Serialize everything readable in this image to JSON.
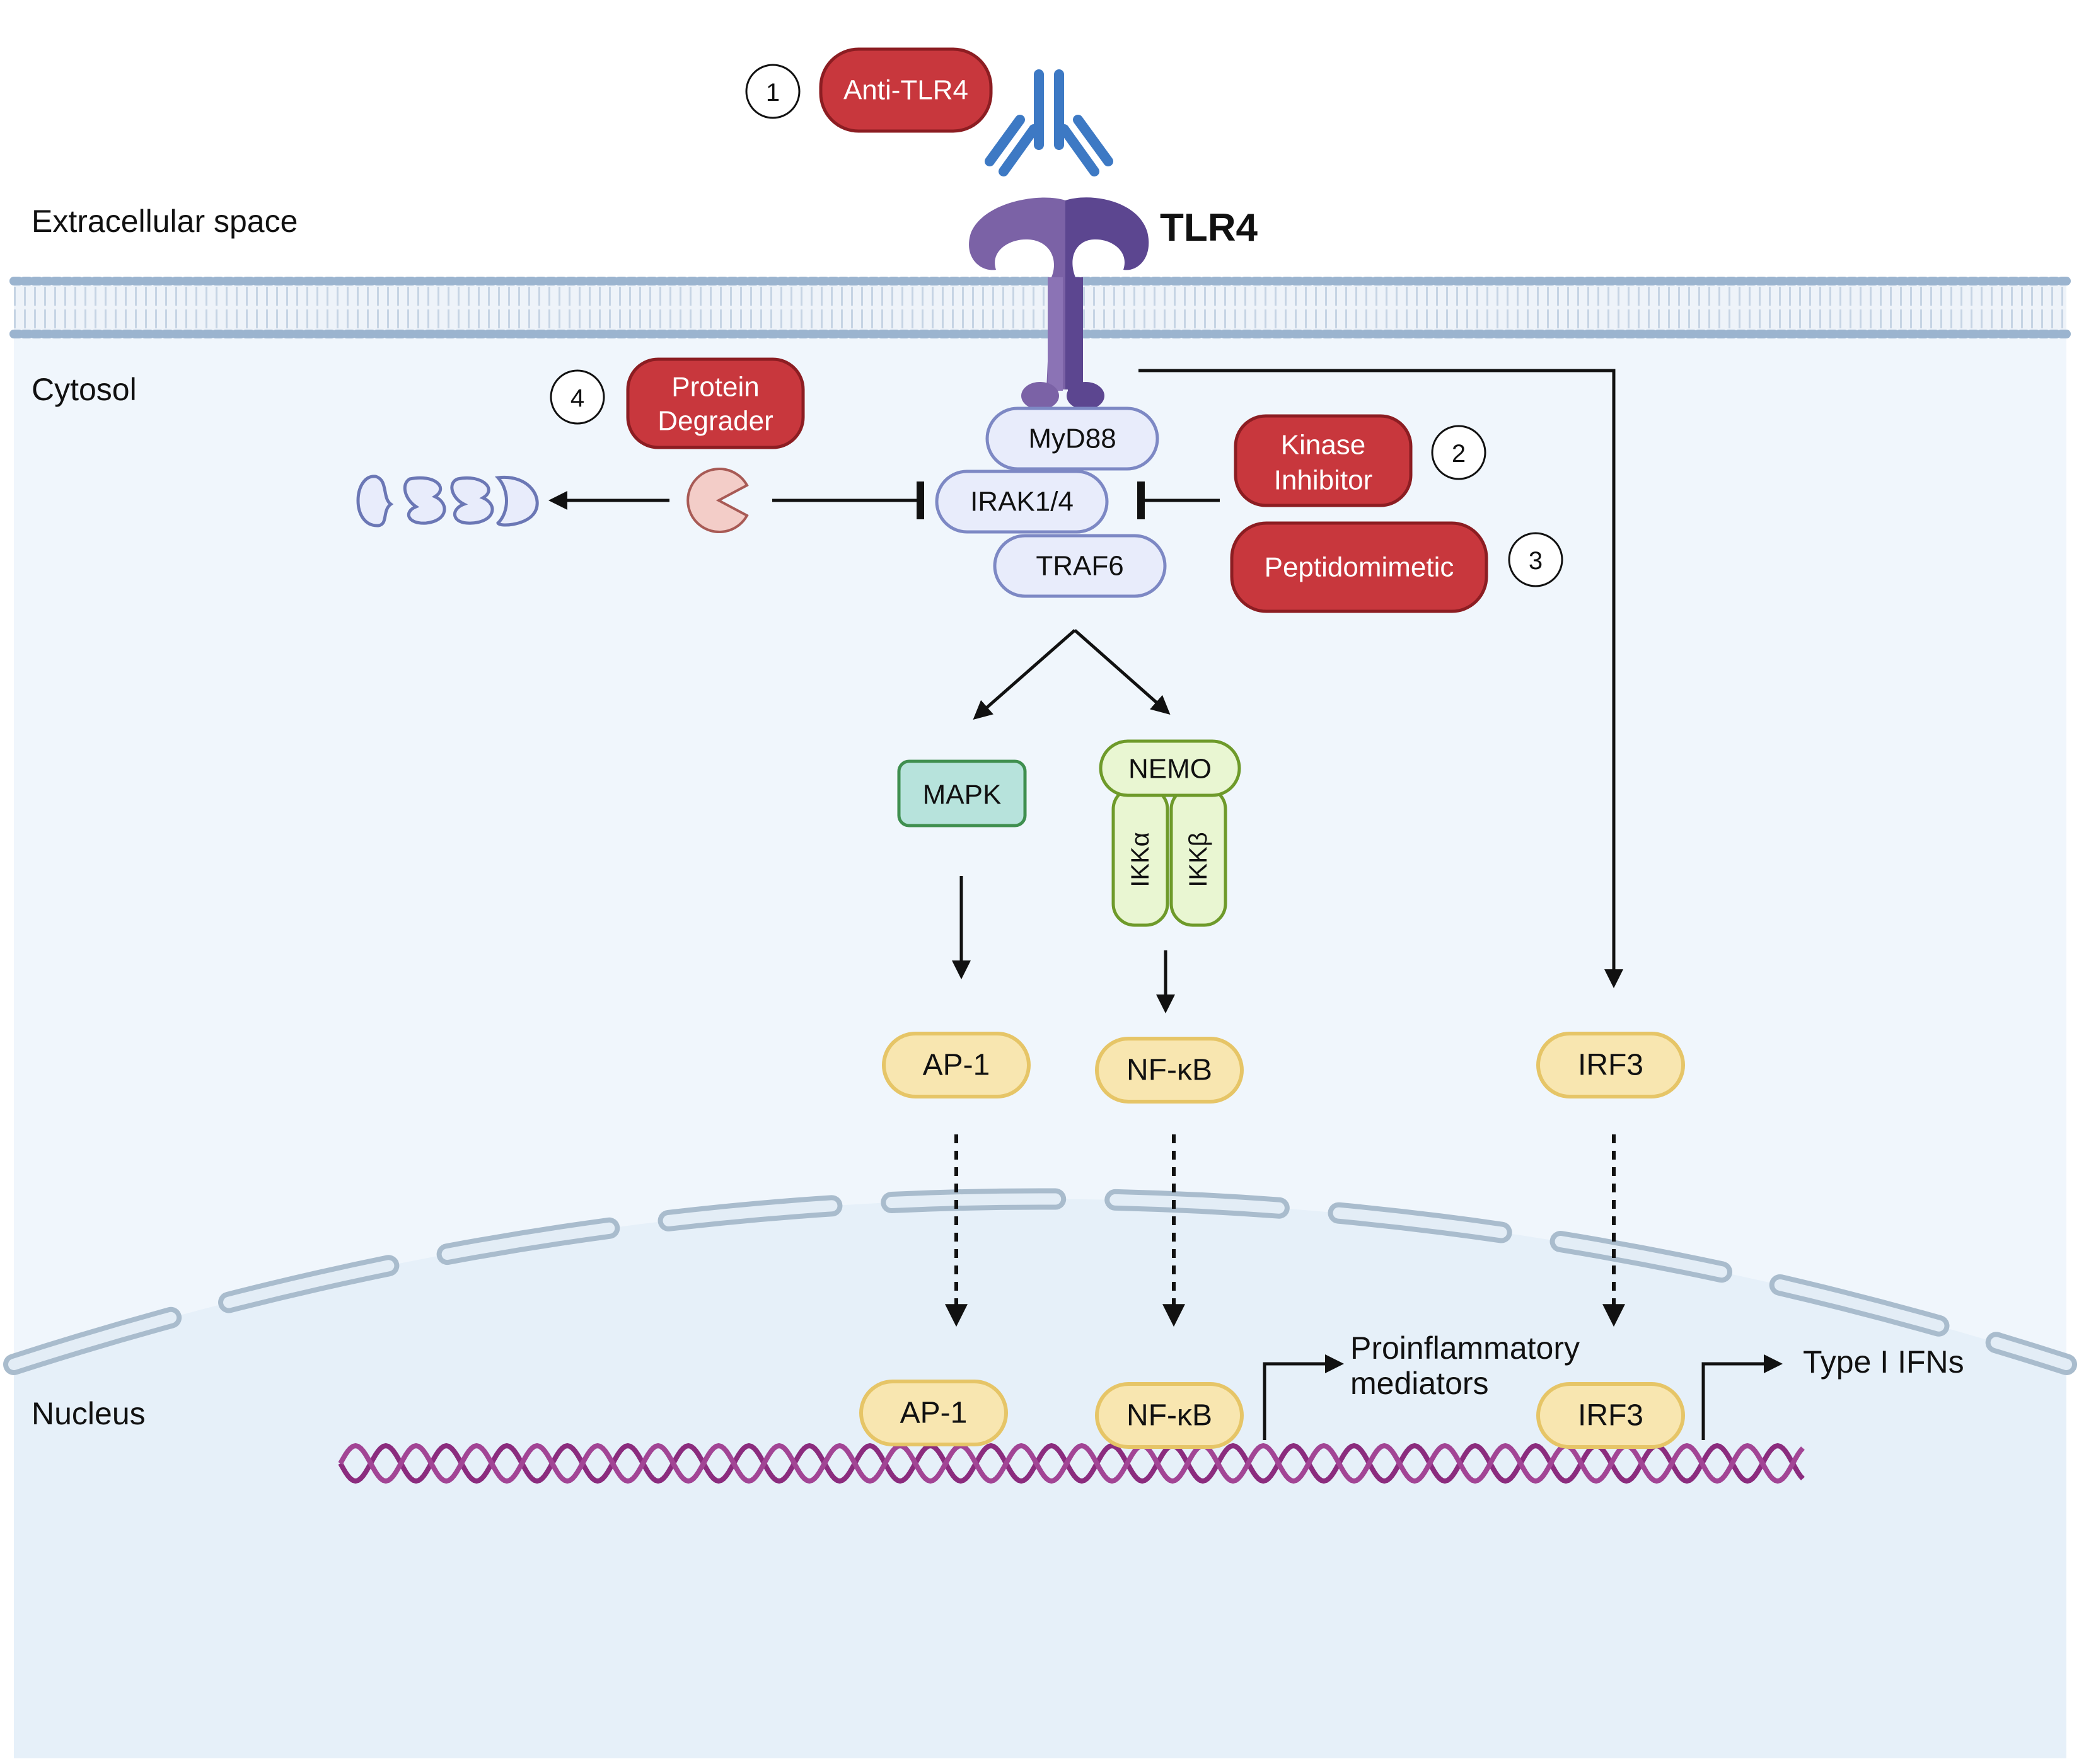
{
  "regions": {
    "extracellular": "Extracellular space",
    "cytosol": "Cytosol",
    "nucleus": "Nucleus"
  },
  "receptor": {
    "label": "TLR4"
  },
  "drugs": {
    "anti_tlr4": {
      "number": "1",
      "label": "Anti-TLR4"
    },
    "kinase_inhibitor": {
      "number": "2",
      "line1": "Kinase",
      "line2": "Inhibitor"
    },
    "peptidomimetic": {
      "number": "3",
      "label": "Peptidomimetic"
    },
    "protein_degrader": {
      "number": "4",
      "line1": "Protein",
      "line2": "Degrader"
    }
  },
  "adaptors": {
    "myd88": "MyD88",
    "irak": "IRAK1/4",
    "traf6": "TRAF6"
  },
  "kinases": {
    "mapk": "MAPK",
    "nemo": "NEMO",
    "ikka": "IKKα",
    "ikkb": "IKKβ"
  },
  "transcription_factors": {
    "cytosol": [
      "AP-1",
      "NF-κB",
      "IRF3"
    ],
    "nucleus": [
      "AP-1",
      "NF-κB",
      "IRF3"
    ]
  },
  "outputs": {
    "proinflammatory_line1": "Proinflammatory",
    "proinflammatory_line2": "mediators",
    "type1": "Type I IFNs"
  },
  "colors": {
    "drug_fill": "#c8373d",
    "drug_stroke": "#8c1d22",
    "adaptor_fill": "#e8ecfb",
    "adaptor_stroke": "#7d88c4",
    "tf_fill": "#f8e6b0",
    "tf_stroke": "#e6c567",
    "mapk_fill": "#b7e3dc",
    "mapk_stroke": "#3f8f4f",
    "ikk_fill": "#e9f6d2",
    "ikk_stroke": "#6e9a2a",
    "receptor": "#7b62a6",
    "antibody": "#3d79c4",
    "dna": "#8b2c7e",
    "membrane": "#9bb4cf",
    "cytosol_bg": "#f0f6fc",
    "nucleus_bg": "#e6f0f9"
  },
  "icons": {
    "degrader": "pacman-icon",
    "fragments": "protein-fragments-icon",
    "antibody": "antibody-icon",
    "receptor": "tlr4-receptor-icon",
    "dna": "dna-helix-icon"
  }
}
